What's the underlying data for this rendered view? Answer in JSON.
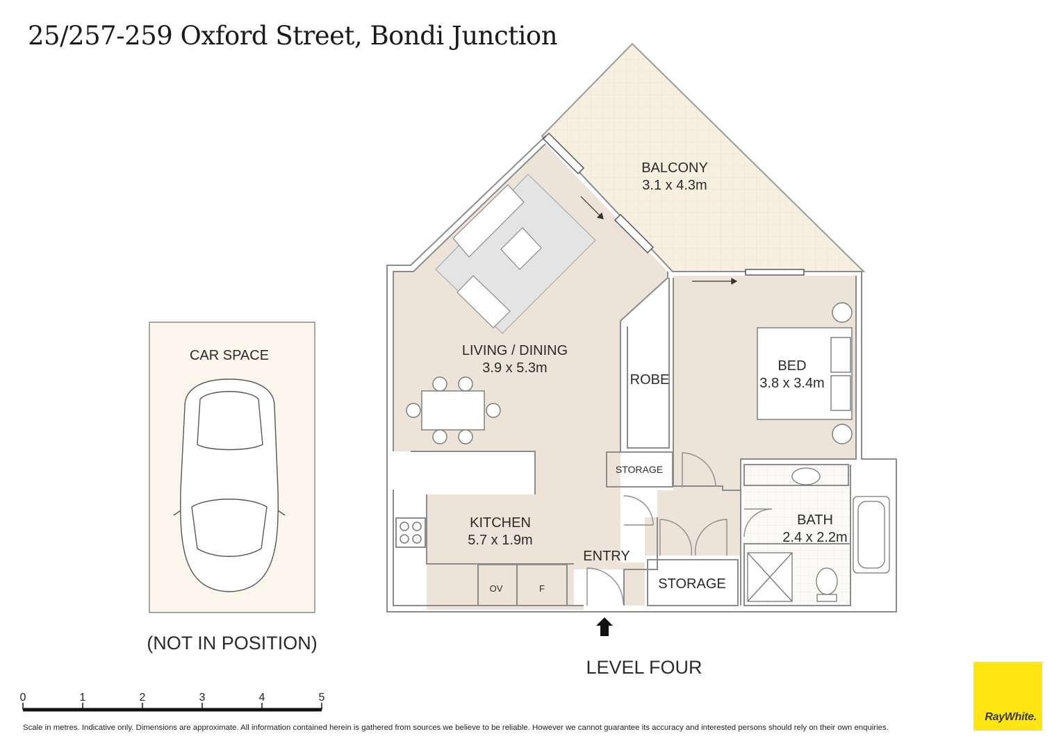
{
  "title": "25/257-259 Oxford Street, Bondi Junction",
  "rooms": {
    "balcony": {
      "name": "BALCONY",
      "dims": "3.1 x 4.3m"
    },
    "living": {
      "name": "LIVING / DINING",
      "dims": "3.9 x 5.3m"
    },
    "robe": {
      "name": "ROBE"
    },
    "bed": {
      "name": "BED",
      "dims": "3.8 x 3.4m"
    },
    "storage_small": {
      "name": "STORAGE"
    },
    "kitchen": {
      "name": "KITCHEN",
      "dims": "5.7 x 1.9m"
    },
    "entry": {
      "name": "ENTRY"
    },
    "storage": {
      "name": "STORAGE"
    },
    "bath": {
      "name": "BATH",
      "dims": "2.4 x 2.2m"
    },
    "car_space": {
      "name": "CAR SPACE"
    }
  },
  "appliances": {
    "oven": "OV",
    "fridge": "F"
  },
  "car_note": "(NOT IN POSITION)",
  "level": "LEVEL FOUR",
  "scale": {
    "ticks": [
      "0",
      "1",
      "2",
      "3",
      "4",
      "5"
    ]
  },
  "disclaimer": "Scale in metres. Indicative only. Dimensions are approximate. All information contained herein is gathered from sources we believe to be reliable. However we cannot guarantee its accuracy and interested persons should rely on their own enquiries.",
  "logo": "RayWhite.",
  "colors": {
    "floor": "#ede3d8",
    "balcony": "#f7f0e1",
    "car_space": "#fbf6ec",
    "wall": "#8c8c8c",
    "rug": "#e4e4e4",
    "logo_bg": "#ffe512"
  }
}
